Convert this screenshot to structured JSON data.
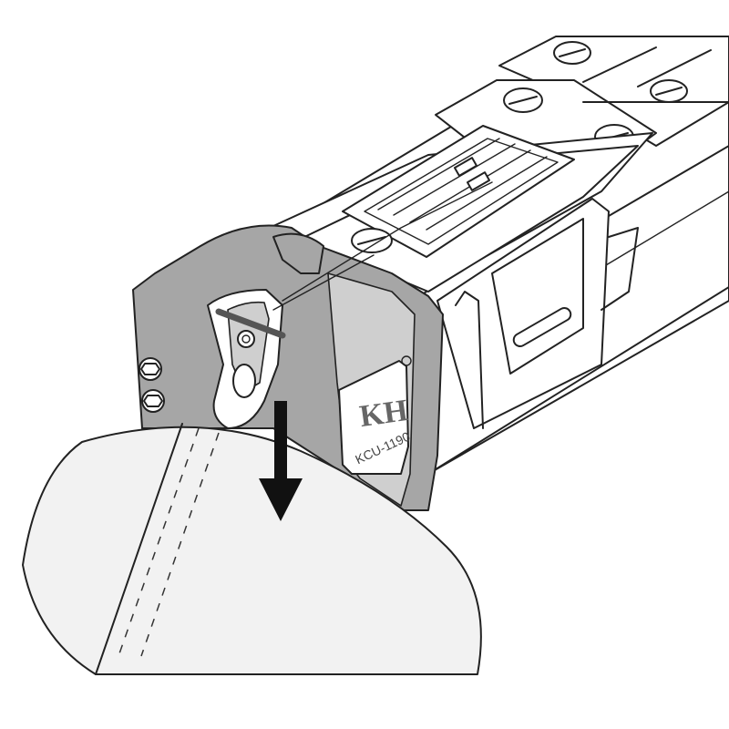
{
  "figure": {
    "model_label": "KCU-1190",
    "logo_text": "KH",
    "colors": {
      "line": "#222222",
      "housing": "#a6a6a6",
      "fabric": "#f2f2f2",
      "arrow": "#111111"
    },
    "parts": [
      "presser-foot-plate",
      "mounting-screws",
      "cutter-housing",
      "cutter-blade",
      "fabric",
      "stitch-lines",
      "downward-arrow"
    ]
  }
}
